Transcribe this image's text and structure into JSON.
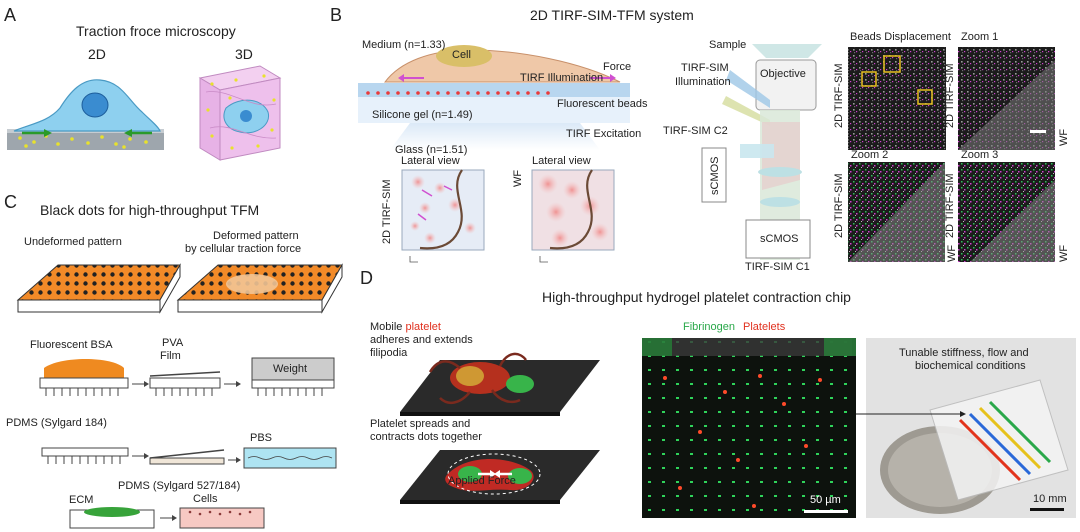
{
  "panel_a": {
    "letter": "A",
    "title": "Traction froce microscopy",
    "label_2d": "2D",
    "label_3d": "3D"
  },
  "panel_b": {
    "letter": "B",
    "title": "2D TIRF-SIM-TFM system",
    "medium": "Medium (n=1.33)",
    "cell": "Cell",
    "force": "Force",
    "tirf_illumination": "TIRF Illumination",
    "fluorescent_beads": "Fluorescent beads",
    "silicone_gel": "Silicone gel (n=1.49)",
    "tirf_excitation": "TIRF Excitation",
    "glass": "Glass (n=1.51)",
    "lateral_view_1": "Lateral view",
    "lateral_view_2": "Lateral view",
    "side_tirf_sim": "2D TIRF-SIM",
    "side_wf": "WF",
    "sample": "Sample",
    "objective": "Objective",
    "tirf_sim_illumination_1": "TIRF-SIM",
    "tirf_sim_illumination_2": "Illumination",
    "tirf_sim_c2": "TIRF-SIM C2",
    "scmos_left": "sCMOS",
    "scmos_bottom": "sCMOS",
    "tirf_sim_c1": "TIRF-SIM C1",
    "beads_displacement": "Beads Displacement",
    "zoom1": "Zoom 1",
    "zoom2": "Zoom 2",
    "zoom3": "Zoom 3",
    "img_side_labels": [
      "2D TIRF-SIM",
      "2D TIRF-SIM",
      "2D TIRF-SIM",
      "2D TIRF-SIM"
    ],
    "img_wf_labels": [
      "WF",
      "WF",
      "WF"
    ]
  },
  "panel_c": {
    "letter": "C",
    "title": "Black dots for high-throughput TFM",
    "undeformed": "Undeformed pattern",
    "deformed_1": "Deformed pattern",
    "deformed_2": "by cellular traction force",
    "fluorescent_bsa": "Fluorescent BSA",
    "pva_1": "PVA",
    "pva_2": "Film",
    "weight": "Weight",
    "pdms_184": "PDMS  (Sylgard 184)",
    "pbs": "PBS",
    "pdms_527": "PDMS  (Sylgard 527/184)",
    "ecm": "ECM",
    "cells": "Cells"
  },
  "panel_d": {
    "letter": "D",
    "title": "High-throughput hydrogel platelet contraction chip",
    "mobile_prefix": "Mobile ",
    "mobile_platelet": "platelet",
    "adheres_1": "adheres and extends",
    "adheres_2": "filipodia",
    "spreads_1": "Platelet spreads and",
    "spreads_2": "contracts dots together",
    "applied_force": "Applied Force",
    "fibrinogen": "Fibrinogen",
    "platelets": "Platelets",
    "scale_50": "50 µm",
    "tunable_1": "Tunable stiffness, flow and",
    "tunable_2": "biochemical conditions",
    "scale_10": "10 mm"
  },
  "colors": {
    "fibrinogen_green": "#2aa84a",
    "platelets_red": "#e0301e",
    "pattern_orange": "#f08a24",
    "tirf_blue": "#cfe3f5"
  }
}
